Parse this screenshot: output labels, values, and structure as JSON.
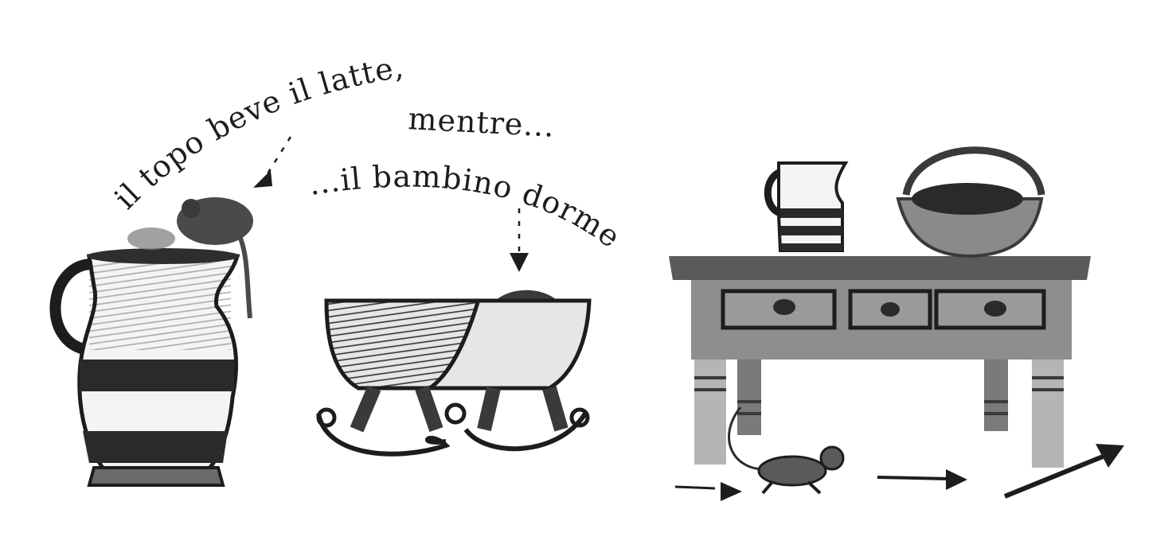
{
  "captions": {
    "mouse_drinks": "il topo beve il latte,",
    "while": "mentre...",
    "baby_sleeps": "...il bambino dorme"
  },
  "illustrations": {
    "pitcher": "milk-pitcher",
    "cradle": "rocking-cradle",
    "table": "table-with-drawers",
    "small_pitcher": "small-pitcher",
    "basket": "basket",
    "mouse": "mouse"
  },
  "colors": {
    "ink": "#1d1d1d",
    "wash_dark": "#4a4a4a",
    "wash_mid": "#8a8a8a",
    "wash_light": "#bdbdbd",
    "paper": "#ffffff"
  }
}
